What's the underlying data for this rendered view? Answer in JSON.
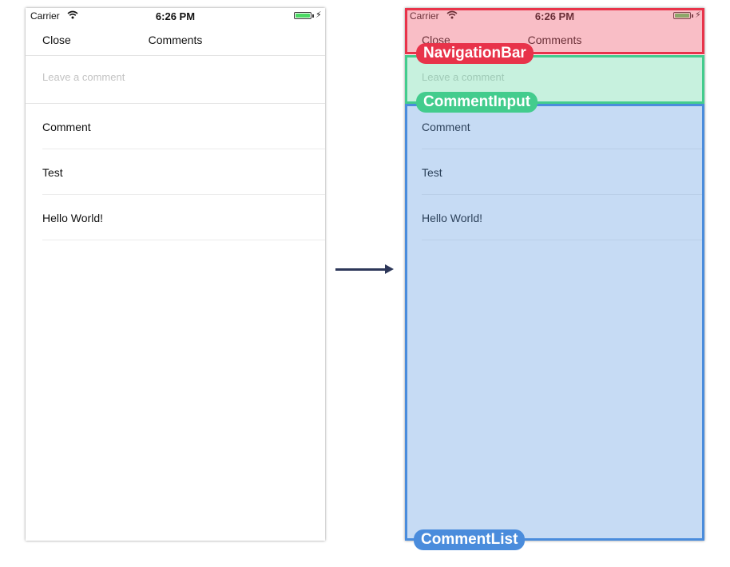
{
  "status_bar": {
    "carrier": "Carrier",
    "time": "6:26 PM"
  },
  "navbar": {
    "close_label": "Close",
    "title": "Comments"
  },
  "comment_input": {
    "placeholder": "Leave a comment",
    "value": ""
  },
  "comments": [
    "Comment",
    "Test",
    "Hello World!"
  ],
  "overlay_labels": {
    "navigation_bar": "NavigationBar",
    "comment_input": "CommentInput",
    "comment_list": "CommentList"
  },
  "colors": {
    "battery": "#4cd964",
    "navigation_bar": "#e8334a",
    "comment_input": "#43cc8d",
    "comment_list": "#4a8cdc",
    "arrow": "#2d3759"
  },
  "icons": [
    "wifi-icon",
    "battery-icon",
    "charging-bolt-icon",
    "arrow-right-icon"
  ]
}
